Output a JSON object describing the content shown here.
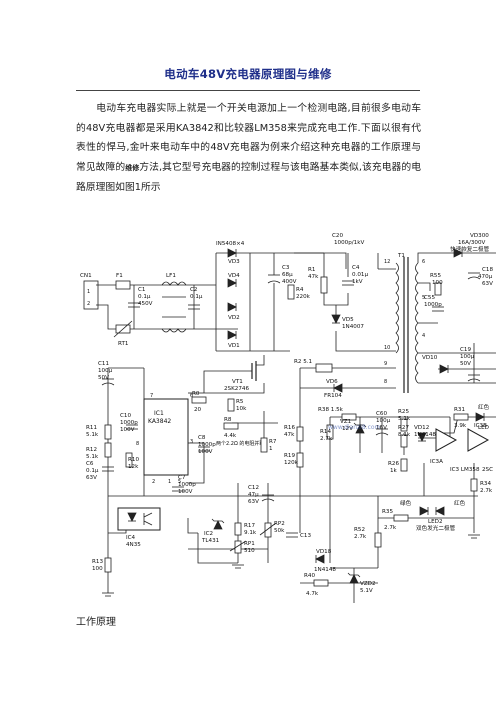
{
  "document": {
    "title": "电动车48V充电器原理图与维修",
    "paragraph_parts": [
      "电动车充电器实际上就是一个开关电源加上一个检测电路,目前很多电动车的48V充电器都是采用KA3842和比较器LM358来完成充电工作.下面以很有代表性的悍马,金叶来电动车中的48V充电器为例来介绍这种充电器的工作原理与常见故障的",
      "维修",
      "方法,其它型号充电器的控制过程与该电路基本类似,该充电器的电路原理图如图1所示"
    ],
    "section_heading": "工作原理"
  },
  "schematic": {
    "components": {
      "cn1": "CN1",
      "f1": "F1",
      "rt1": "RT1",
      "c1": [
        "C1",
        "0.1μ",
        "450V"
      ],
      "lf1": "LF1",
      "c2": [
        "C2",
        "0.1μ"
      ],
      "bridge": "IN5408×4",
      "vd1": "VD1",
      "vd2": "VD2",
      "vd3": "VD3",
      "vd4": "VD4",
      "c3": [
        "C3",
        "68μ",
        "400V"
      ],
      "r4": [
        "R4",
        "220k"
      ],
      "c20": [
        "C20",
        "1000p/1kV"
      ],
      "r1": [
        "R1",
        "47k"
      ],
      "c4": [
        "C4",
        "0.01μ",
        "1kV"
      ],
      "vd5": [
        "VD5",
        "1N4007"
      ],
      "t1": "T1",
      "vd300": "VD300",
      "vd300_spec": [
        "16A/300V",
        "快速恢复二极管"
      ],
      "r55": [
        "R55",
        "100"
      ],
      "c55": [
        "C55",
        "1000p"
      ],
      "c18": [
        "C18",
        "470μ",
        "63V"
      ],
      "vd10": "VD10",
      "c19": [
        "C19",
        "100μ",
        "50V"
      ],
      "c11": [
        "C11",
        "100μ",
        "50V"
      ],
      "vt1": [
        "VT1",
        "2SK2746"
      ],
      "r2": [
        "R2 5.1"
      ],
      "vd6": [
        "VD6",
        "FR104"
      ],
      "r11": [
        "R11",
        "5.1k"
      ],
      "c10": [
        "C10",
        "1000p",
        "100V"
      ],
      "ic1": [
        "IC1",
        "KA3842"
      ],
      "r0": [
        "R0",
        "20"
      ],
      "r5": [
        "R5",
        "10k"
      ],
      "r8": [
        "R8",
        "4.4k"
      ],
      "c8": [
        "C8",
        "1000p",
        "100V"
      ],
      "sense_note": "两个2.2Ω 的电阻并联",
      "r12": [
        "R12",
        "5.1k"
      ],
      "c6": [
        "C6",
        "0.1μ",
        "63V"
      ],
      "r10": [
        "R10",
        "12k"
      ],
      "c7": [
        "C7",
        "1000p",
        "100V"
      ],
      "r7": [
        "R7",
        "1"
      ],
      "r16": [
        "R16",
        "47k"
      ],
      "r19": [
        "R19",
        "120k"
      ],
      "r14": [
        "R14",
        "2.7k"
      ],
      "r38": [
        "R38 1.5k"
      ],
      "vz1": [
        "VZ1",
        "12V"
      ],
      "c60": [
        "C60",
        "100μ",
        "16V"
      ],
      "r25": [
        "R25",
        "5.1k"
      ],
      "r27": [
        "R27",
        "8.1k"
      ],
      "vd12": [
        "VD12",
        "1N4148"
      ],
      "r31": [
        "R31",
        "3.9k"
      ],
      "led": [
        "红色",
        "LED"
      ],
      "r26": [
        "R26",
        "1k"
      ],
      "ic3a": "IC3A",
      "ic3_lm358": "IC3 LM358",
      "ic3b": "IC3B",
      "r34": [
        "R34",
        "2.7k"
      ],
      "r28": [
        "2SC"
      ],
      "green": "绿色",
      "red": "红色",
      "led2": [
        "LED2",
        "双色发光二极管"
      ],
      "r35": [
        "R35",
        "2.7k"
      ],
      "r52": [
        "R52",
        "2.7k"
      ],
      "ic4": [
        "IC4",
        "4N35"
      ],
      "r13": [
        "R13",
        "100"
      ],
      "c12": [
        "C12",
        "47μ",
        "63V"
      ],
      "ic2": [
        "IC2",
        "TL431"
      ],
      "r17": [
        "R17",
        "9.1k"
      ],
      "rp1": [
        "RP1",
        "510"
      ],
      "rp2": [
        "RP2",
        "50k"
      ],
      "c13": "C13",
      "vd18": [
        "VD18",
        "1N4148"
      ],
      "r40": [
        "R40",
        "4.7k"
      ],
      "vzd2": [
        "VZD2",
        "5.1V"
      ],
      "pins": [
        "1",
        "2",
        "3",
        "4",
        "5",
        "6",
        "7",
        "8",
        "9",
        "10",
        "12"
      ]
    },
    "watermark": "www.dianzi8.com"
  }
}
